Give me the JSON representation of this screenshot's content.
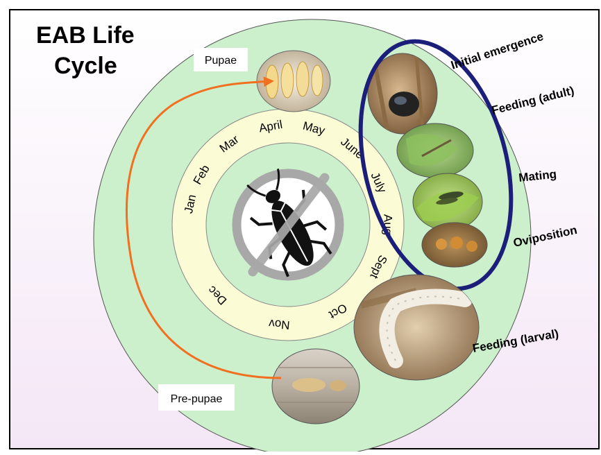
{
  "title": {
    "line1": "EAB Life",
    "line2": "Cycle"
  },
  "months": [
    "Jan",
    "Feb",
    "Mar",
    "April",
    "May",
    "June",
    "July",
    "Aug",
    "Sept",
    "Oct",
    "Nov",
    "Dec"
  ],
  "stages": {
    "pupae": "Pupae",
    "initial_emergence": "Initial emergence",
    "feeding_adult": "Feeding (adult)",
    "mating": "Mating",
    "oviposition": "Oviposition",
    "feeding_larval": "Feeding (larval)",
    "pre_pupae": "Pre-pupae"
  },
  "colors": {
    "outer_ring": "#ccf0cc",
    "month_ring": "#fbfbd6",
    "background_top": "#ffffff",
    "background_bottom": "#f4e6f6",
    "arrow": "#f07020",
    "adult_ellipse": "#1b1f7a",
    "no_symbol": "#a8a8a8"
  },
  "center_icon": "emerald-ash-borer-prohibited-icon"
}
